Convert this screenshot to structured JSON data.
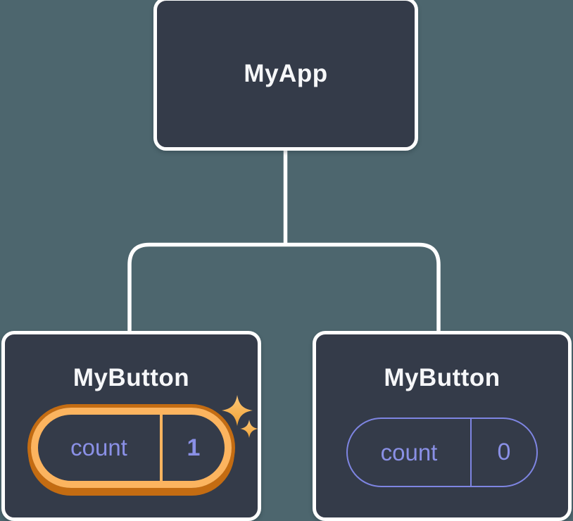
{
  "diagram": {
    "type": "component-tree",
    "background_color": "#4d666e",
    "node_fill_color": "#343b49",
    "node_border_color": "#ffffff",
    "connector_color": "#ffffff",
    "root": {
      "label": "MyApp"
    },
    "children": [
      {
        "label": "MyButton",
        "state": {
          "label": "count",
          "value": "1"
        },
        "highlighted": true,
        "has_sparkles": true
      },
      {
        "label": "MyButton",
        "state": {
          "label": "count",
          "value": "0"
        },
        "highlighted": false,
        "has_sparkles": false
      }
    ],
    "colors": {
      "title_text": "#f6f7f9",
      "state_text": "#8a90e6",
      "pill_outline": "#7e85e2",
      "highlight_ring": "#fcb45f",
      "highlight_ring_shadow": "#c46c12",
      "sparkle_light": "#fdc878",
      "sparkle_dark": "#f0a236"
    }
  }
}
